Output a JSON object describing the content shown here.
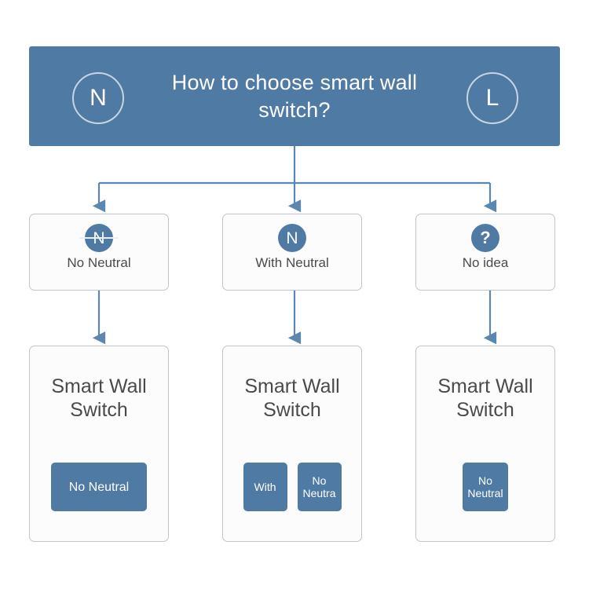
{
  "page": {
    "background": "#ffffff",
    "accent_blue": "#4e7aa3",
    "box_border": "#bfc5cb",
    "box_fill": "#fcfcfc",
    "text_dark": "#4a4a4a",
    "text_light": "#ffffff",
    "connector_color": "#5b87b0"
  },
  "header": {
    "title": "How to choose smart wall switch?",
    "left_terminal": "N",
    "right_terminal": "L"
  },
  "branches": [
    {
      "id": "no-neutral",
      "icon": "n-struck-through-icon",
      "badge_text": "N",
      "struck": true,
      "label": "No Neutral",
      "product": {
        "title": "Smart Wall Switch",
        "buttons": [
          {
            "label": "No Neutral",
            "size": "wide"
          }
        ]
      }
    },
    {
      "id": "with-neutral",
      "icon": "n-circle-icon",
      "badge_text": "N",
      "struck": false,
      "label": "With Neutral",
      "product": {
        "title": "Smart Wall Switch",
        "buttons": [
          {
            "label": "With",
            "size": "half"
          },
          {
            "label": "No Neutra",
            "size": "half"
          }
        ]
      }
    },
    {
      "id": "no-idea",
      "icon": "question-mark-icon",
      "badge_text": "?",
      "struck": false,
      "label": "No idea",
      "product": {
        "title": "Smart Wall Switch",
        "buttons": [
          {
            "label": "No Neutral",
            "size": "small"
          }
        ]
      }
    }
  ]
}
